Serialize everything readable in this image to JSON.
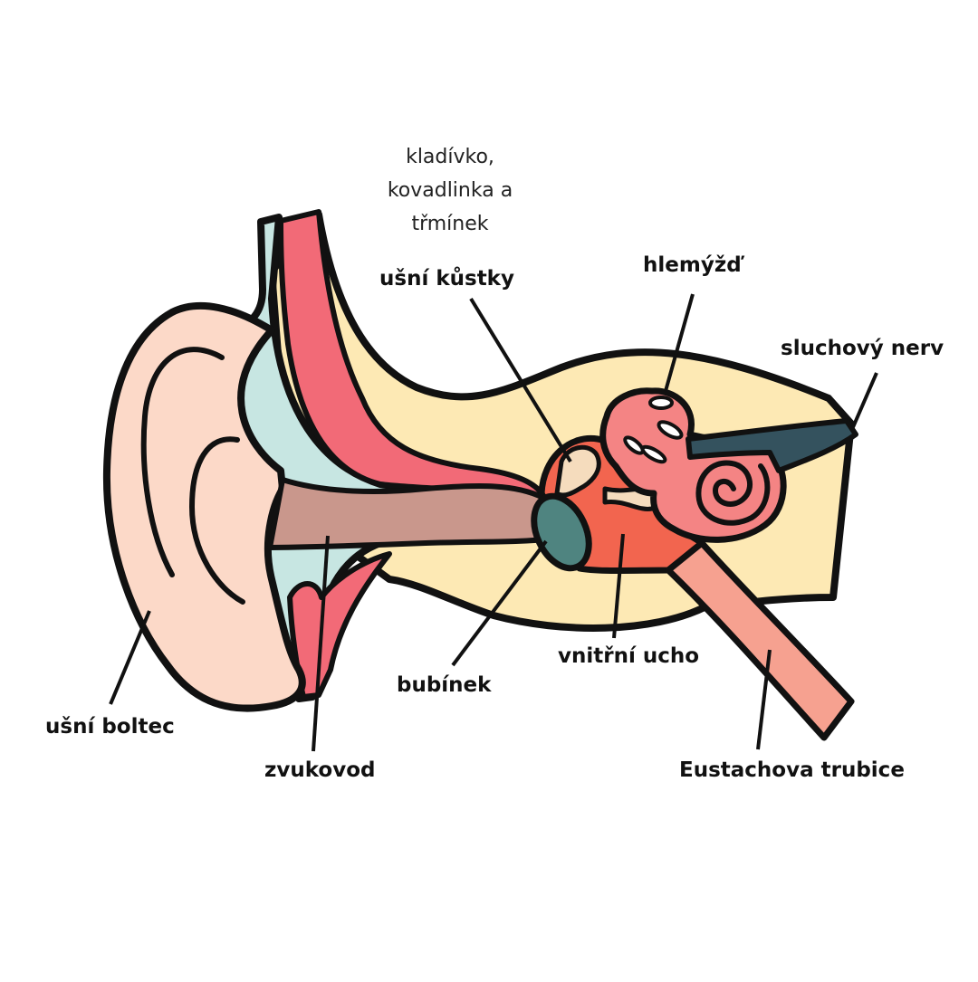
{
  "colors": {
    "outline": "#111111",
    "pinna": "#fcd9c8",
    "skin_blue": "#c7e6e2",
    "canal_red": "#f26a77",
    "bone_yellow": "#fde9b4",
    "ear_canal": "#c9978c",
    "eardrum": "#4f8480",
    "middle_ear": "#f2654f",
    "cochlea": "#f48484",
    "ossicle": "#f5dcbd",
    "nerve": "#34525e",
    "eustachian": "#f6a190"
  },
  "labels": {
    "pinna": "ušní boltec",
    "canal": "zvukovod",
    "eardrum": "bubínek",
    "ossicles": "ušní kůstky",
    "inner_ear": "vnitřní ucho",
    "cochlea": "hlemýžď",
    "nerve": "sluchový nerv",
    "eustachian": "Eustachova trubice"
  },
  "ossicles_note": [
    "kladívko,",
    "kovadlinka a",
    "třmínek"
  ]
}
